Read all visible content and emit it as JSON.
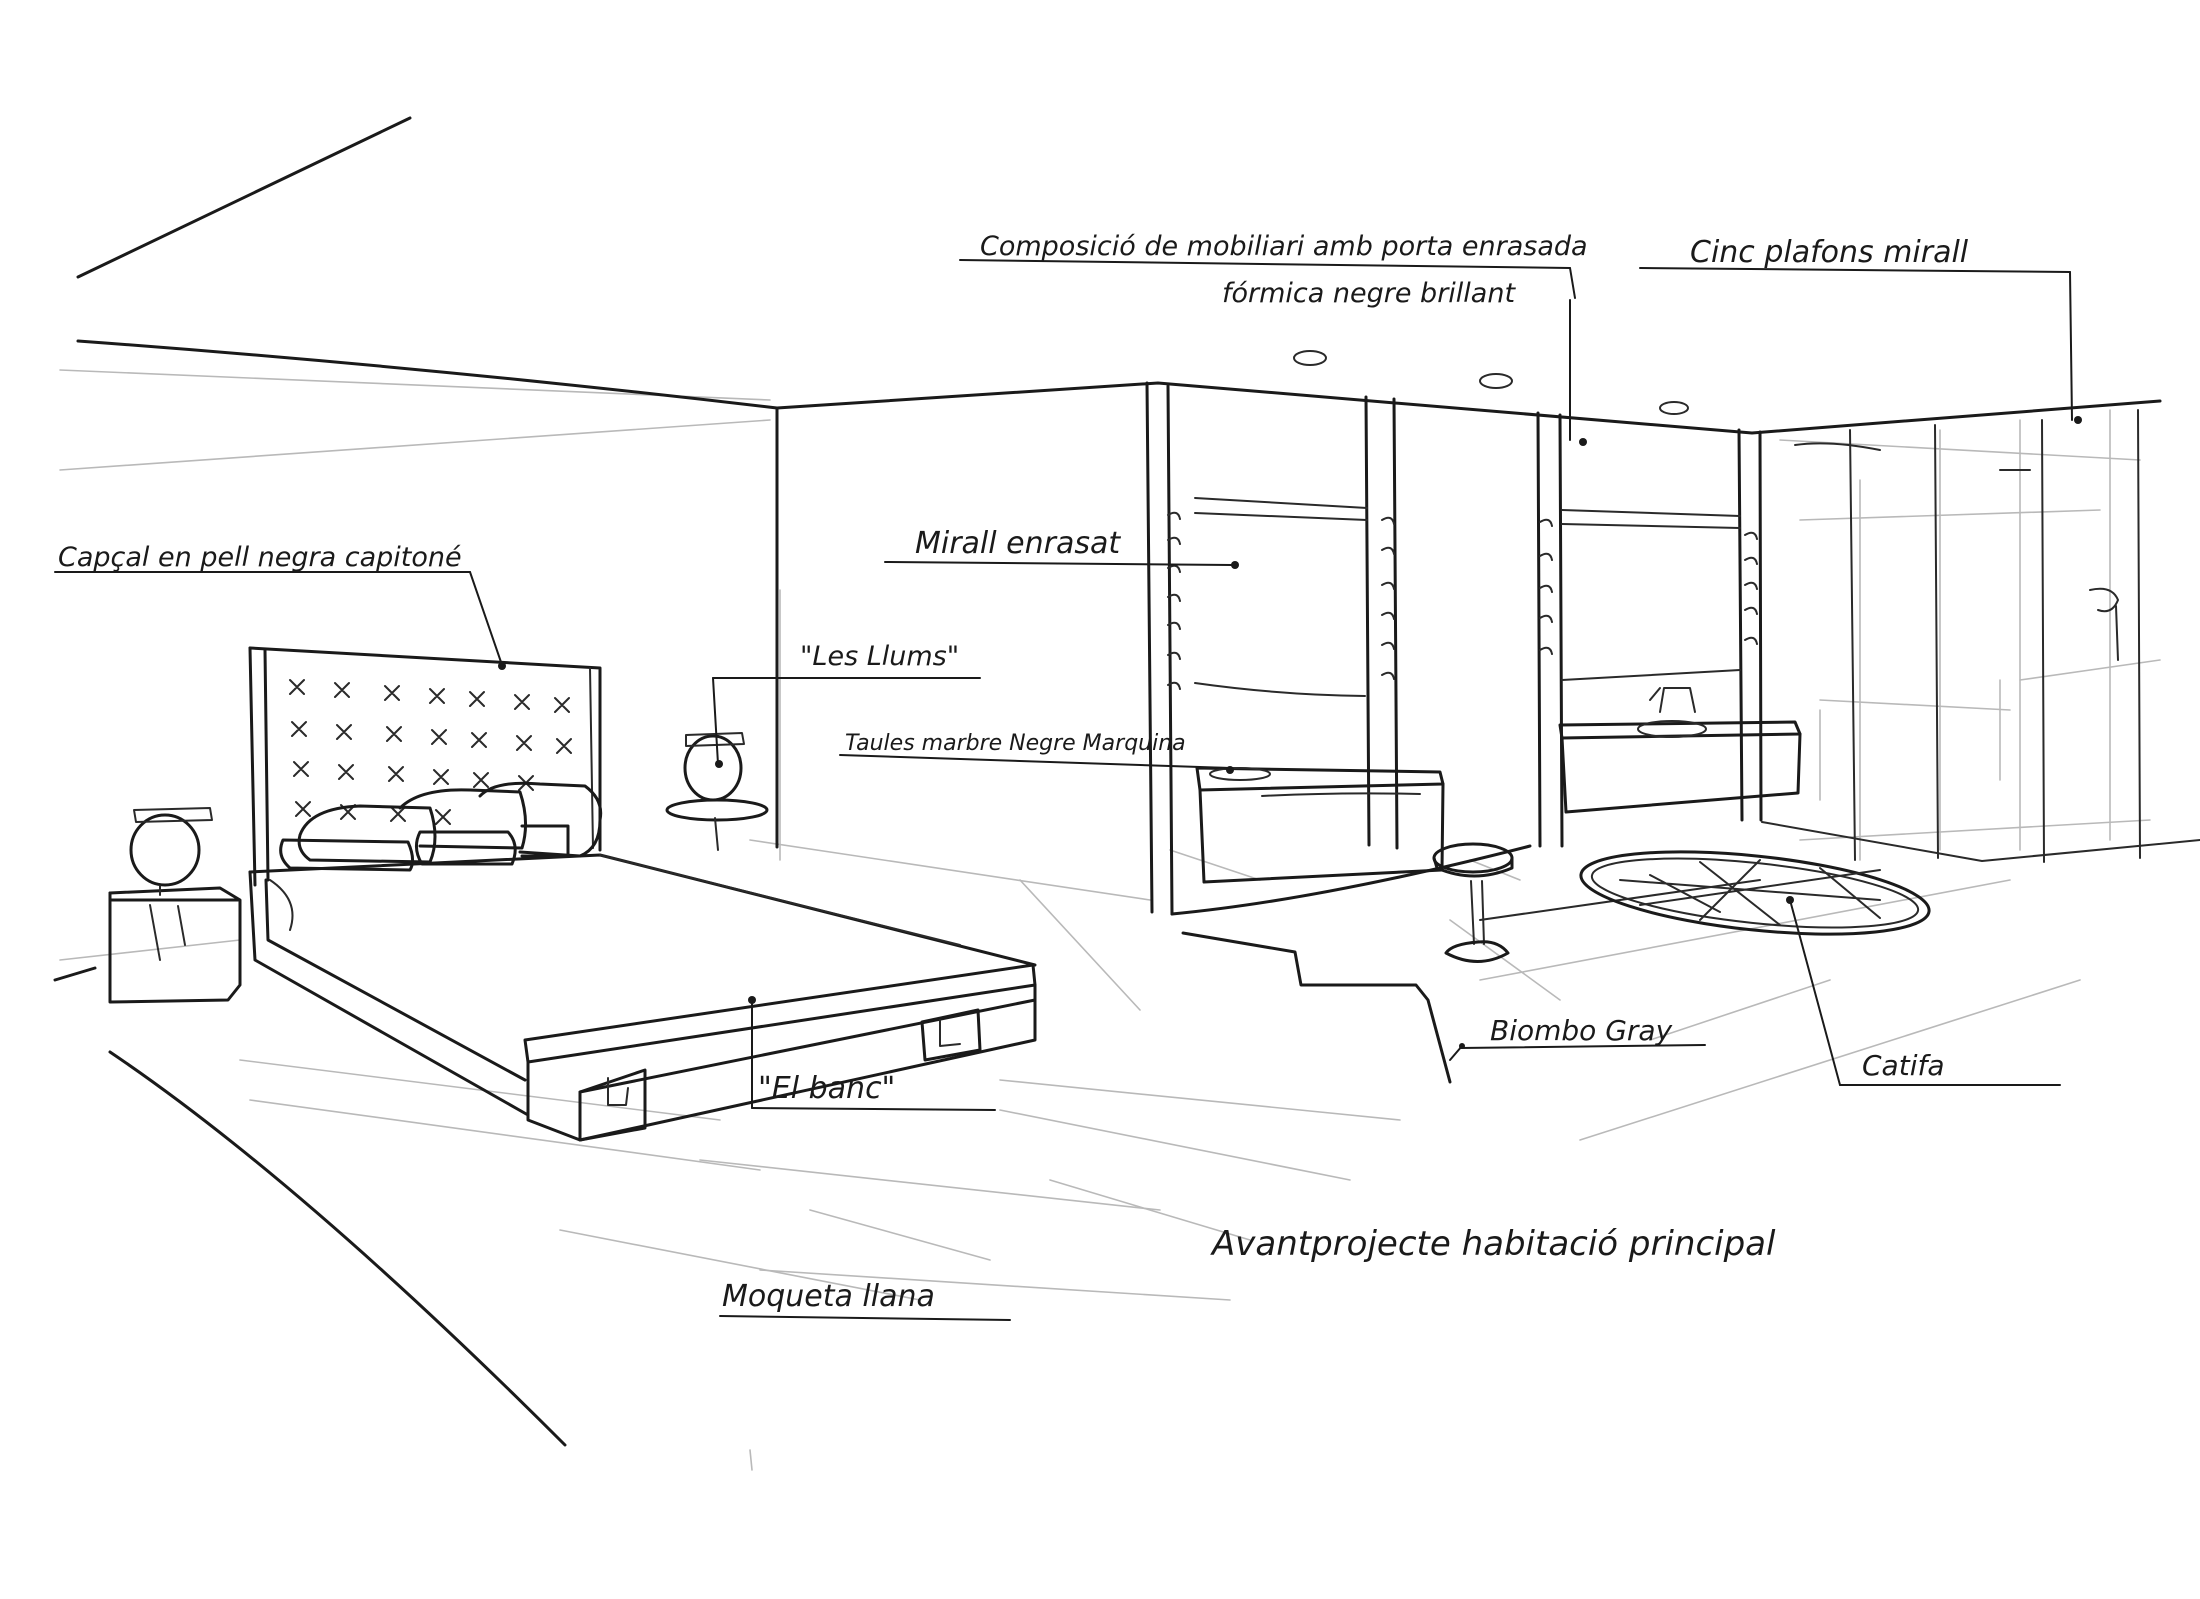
{
  "title": "Avantprojecte habitació principal",
  "labels": {
    "composicio": "Composició de mobiliari amb porta enrasada",
    "formica": "fórmica negre brillant",
    "cinc_platons": "Cinc plafons mirall",
    "capcal": "Capçal en pell negra capitoné",
    "mirall_enrasat": "Mirall enrasat",
    "les_llums": "\"Les Llums\"",
    "taules": "Taules marbre Negre Marquina",
    "biombo": "Biombo Gray",
    "catifa": "Catifa",
    "el_banc": "\"El banc\"",
    "moqueta": "Moqueta llana"
  },
  "colors": {
    "ink": "#1a1a1a",
    "pencil": "#b9b9b9",
    "paper": "#ffffff"
  }
}
